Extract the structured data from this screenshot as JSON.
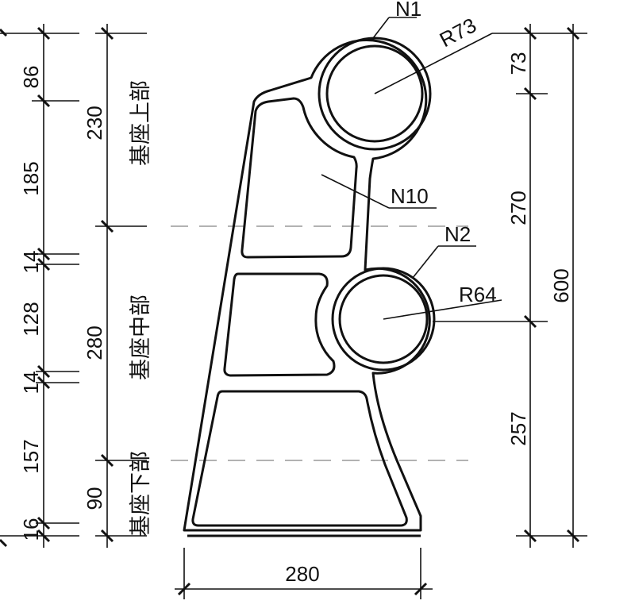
{
  "left_chain": [
    "86",
    "185",
    "14",
    "128",
    "14",
    "157",
    "16"
  ],
  "mid_chain": [
    "230",
    "280",
    "90"
  ],
  "sections": {
    "upper": "基座上部",
    "middle": "基座中部",
    "lower": "基座下部"
  },
  "right_inner": [
    "73",
    "270",
    "257"
  ],
  "right_total": "600",
  "bottom_width": "280",
  "callouts": {
    "n1": "N1",
    "n10": "N10",
    "n2": "N2",
    "r73": "R73",
    "r64": "R64"
  }
}
